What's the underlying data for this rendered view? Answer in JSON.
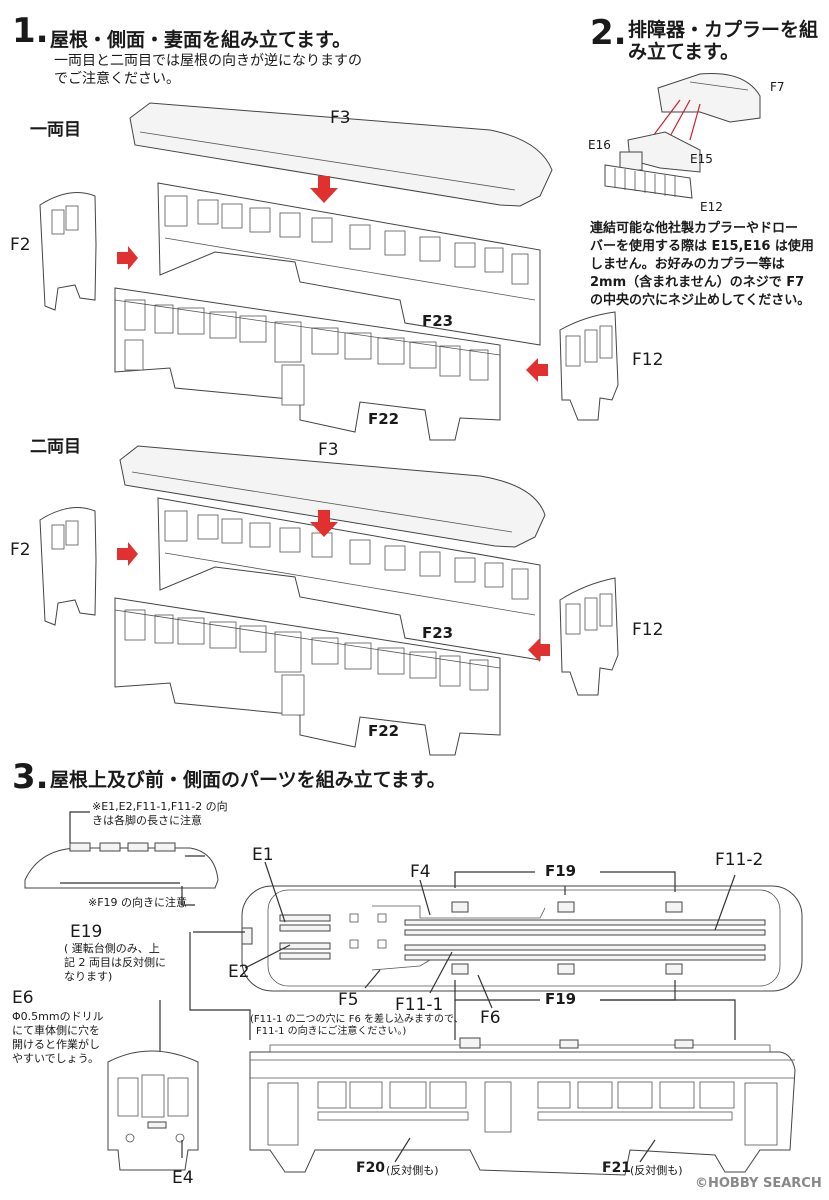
{
  "step1": {
    "number": "1.",
    "title": "屋根・側面・妻面を組み立てます。",
    "subtitle_line1": "一両目と二両目では屋根の向きが逆になりますの",
    "subtitle_line2": "でご注意ください。",
    "car1_label": "一両目",
    "car2_label": "二両目",
    "parts": {
      "roof": "F3",
      "end_a": "F2",
      "end_b": "F12",
      "side_upper": "F23",
      "side_lower": "F22"
    }
  },
  "step2": {
    "number": "2.",
    "title_line1": "排障器・カプラーを組",
    "title_line2": "み立てます。",
    "parts": {
      "f7": "F7",
      "e16": "E16",
      "e15": "E15",
      "e12": "E12"
    },
    "note_line1": "連結可能な他社製カプラーやドロー",
    "note_line2": "バーを使用する際は E15,E16 は使用",
    "note_line3": "しません。お好みのカプラー等は",
    "note_line4": "2mm（含まれません）のネジで F7",
    "note_line5": "の中央の穴にネジ止めしてください。"
  },
  "step3": {
    "number": "3.",
    "title": "屋根上及び前・側面のパーツを組み立てます。",
    "note_a_line1": "※E1,E2,F11-1,F11-2 の向",
    "note_a_line2": "きは各脚の長さに注意",
    "note_b": "※F19 の向きに注意",
    "e19_label": "E19",
    "e19_note_line1": "( 運転台側のみ、上",
    "e19_note_line2": "記 2 両目は反対側に",
    "e19_note_line3": "なります)",
    "e6_label": "E6",
    "e6_note_line1": "Φ0.5mmのドリル",
    "e6_note_line2": "にて車体側に穴を",
    "e6_note_line3": "開けると作業がし",
    "e6_note_line4": "やすいでしょう。",
    "f6_note_line1": "(F11-1 の二つの穴に F6 を差し込みますので、",
    "f6_note_line2": "F11-1 の向きにご注意ください。)",
    "parts": {
      "e1": "E1",
      "e2": "E2",
      "f4": "F4",
      "f5": "F5",
      "f6": "F6",
      "f19_top": "F19",
      "f19_bottom": "F19",
      "f11_1": "F11-1",
      "f11_2": "F11-2",
      "e4": "E4",
      "f20": "F20",
      "f20_note": "(反対側も)",
      "f21": "F21",
      "f21_note": "(反対側も)"
    }
  },
  "watermark": "©HOBBY SEARCH"
}
